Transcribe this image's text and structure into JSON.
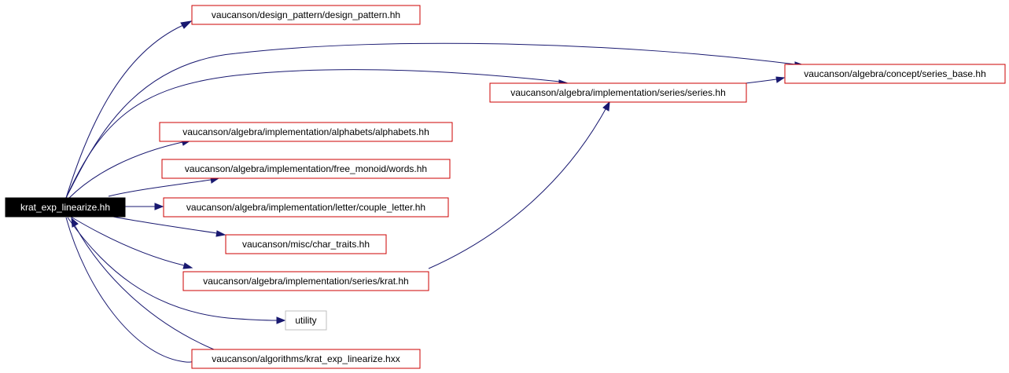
{
  "graph": {
    "colors": {
      "edge": "#191970",
      "node_border": "#cc0000",
      "external_border": "#bfbfbf",
      "root_fill": "#000000",
      "root_text": "#ffffff"
    },
    "nodes": {
      "root": "krat_exp_linearize.hh",
      "design_pattern": "vaucanson/design_pattern/design_pattern.hh",
      "series_base": "vaucanson/algebra/concept/series_base.hh",
      "series": "vaucanson/algebra/implementation/series/series.hh",
      "alphabets": "vaucanson/algebra/implementation/alphabets/alphabets.hh",
      "words": "vaucanson/algebra/implementation/free_monoid/words.hh",
      "couple_letter": "vaucanson/algebra/implementation/letter/couple_letter.hh",
      "char_traits": "vaucanson/misc/char_traits.hh",
      "krat": "vaucanson/algebra/implementation/series/krat.hh",
      "utility": "utility",
      "krat_exp_linearize_hxx": "vaucanson/algorithms/krat_exp_linearize.hxx"
    }
  }
}
